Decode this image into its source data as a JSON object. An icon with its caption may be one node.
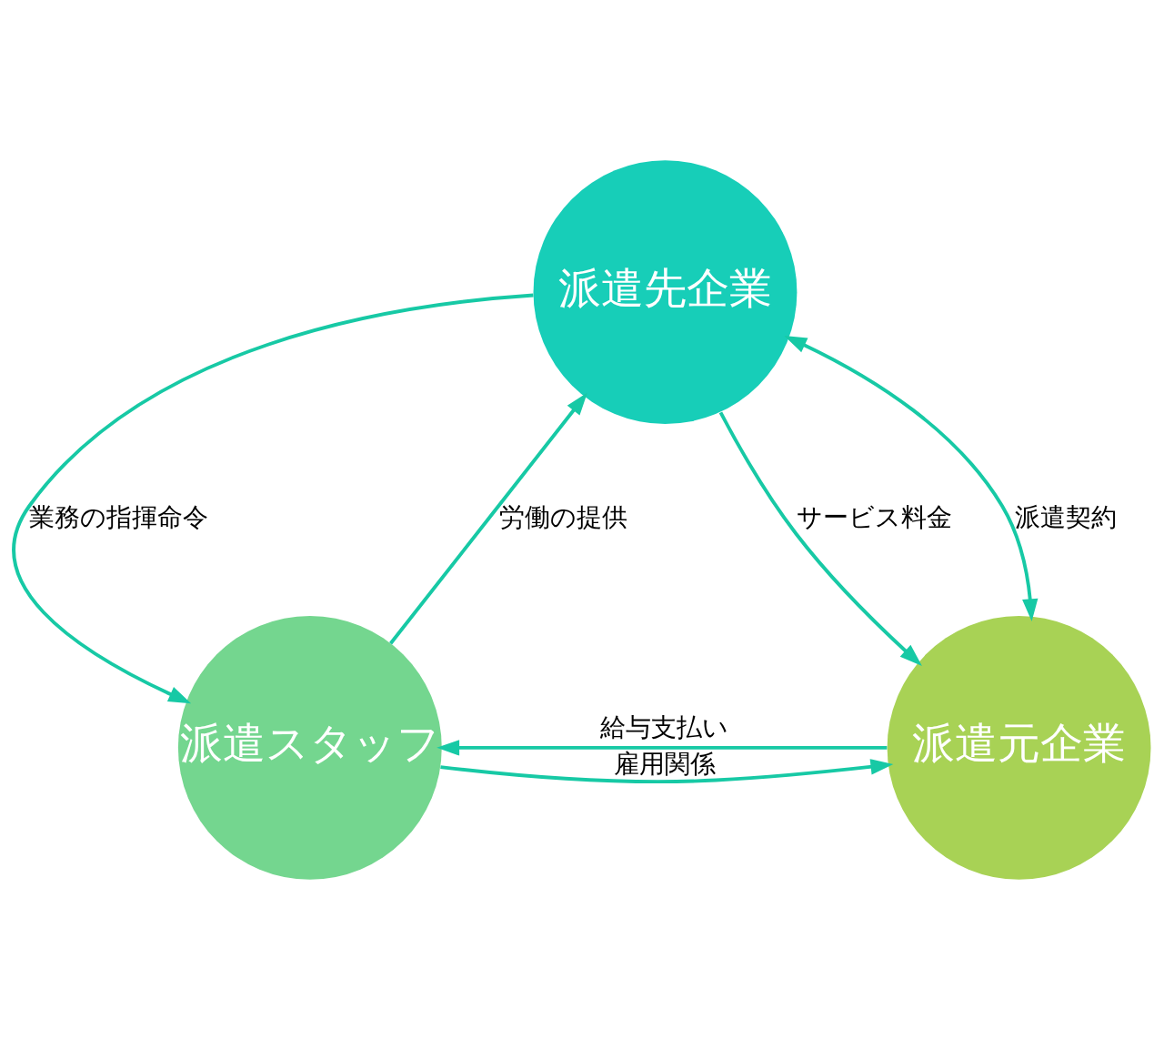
{
  "diagram": {
    "nodes": [
      {
        "text": [
          "派遣先企業"
        ]
      },
      {
        "text": [
          "派遣スタッフ"
        ]
      },
      {
        "text": [
          "派遣元企業"
        ]
      }
    ],
    "edges": [
      {
        "from": 0,
        "to": 1,
        "arrow": "to",
        "label": "業務の指揮命令"
      },
      {
        "from": 1,
        "to": 0,
        "arrow": "to",
        "label": "労働の提供"
      },
      {
        "from": 0,
        "to": 2,
        "arrow": "to",
        "label": "サービス料金"
      },
      {
        "from": 0,
        "to": 2,
        "arrow": "both",
        "label": "派遣契約"
      },
      {
        "from": 2,
        "to": 1,
        "arrow": "to",
        "label": "給与支払い"
      },
      {
        "from": 1,
        "to": 2,
        "arrow": "to",
        "label": "雇用関係"
      }
    ]
  }
}
